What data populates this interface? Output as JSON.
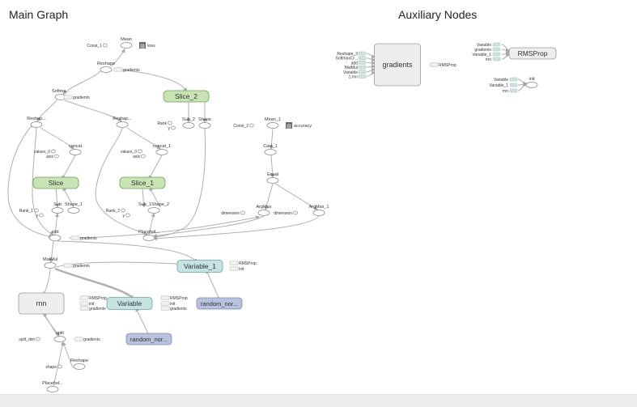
{
  "titles": {
    "main": "Main Graph",
    "aux": "Auxiliary Nodes"
  },
  "colors": {
    "slice_fill": "#c8e3b4",
    "slice_stroke": "#6da25b",
    "variable_fill": "#c5e3e1",
    "variable_stroke": "#6ba5a2",
    "random_fill": "#b9c2dd",
    "random_stroke": "#7d88ad",
    "meta_fill": "#eeeeee",
    "meta_stroke": "#9a9a9a",
    "edge": "#b0b0b0"
  },
  "nodes": [
    {
      "id": "mean",
      "label": "Mean",
      "kind": "op"
    },
    {
      "id": "const1",
      "label": "Const_1",
      "kind": "small"
    },
    {
      "id": "loss",
      "label": "loss",
      "kind": "summary"
    },
    {
      "id": "reshape_top",
      "label": "Reshape",
      "kind": "op"
    },
    {
      "id": "grad_reshape",
      "label": "gradients",
      "kind": "bar"
    },
    {
      "id": "softmax",
      "label": "Softma...",
      "kind": "op"
    },
    {
      "id": "grad_softmax",
      "label": "gradients",
      "kind": "bar"
    },
    {
      "id": "slice2",
      "label": "Slice_2",
      "kind": "slice"
    },
    {
      "id": "rank",
      "label": "Rank",
      "kind": "small"
    },
    {
      "id": "y_s2",
      "label": "y",
      "kind": "small"
    },
    {
      "id": "sub2",
      "label": "Sub_2",
      "kind": "op"
    },
    {
      "id": "shape_s2",
      "label": "Shape",
      "kind": "op"
    },
    {
      "id": "reshape_l",
      "label": "Reshap...",
      "kind": "op"
    },
    {
      "id": "reshape_r",
      "label": "Reshap...",
      "kind": "op"
    },
    {
      "id": "concat",
      "label": "concat",
      "kind": "op"
    },
    {
      "id": "values0",
      "label": "values_0",
      "kind": "small"
    },
    {
      "id": "axis0",
      "label": "axis",
      "kind": "small"
    },
    {
      "id": "concat1",
      "label": "concat_1",
      "kind": "op"
    },
    {
      "id": "values0b",
      "label": "values_0",
      "kind": "small"
    },
    {
      "id": "axis1",
      "label": "axis",
      "kind": "small"
    },
    {
      "id": "slice",
      "label": "Slice",
      "kind": "slice"
    },
    {
      "id": "slice1",
      "label": "Slice_1",
      "kind": "slice"
    },
    {
      "id": "rank1",
      "label": "Rank_1",
      "kind": "small"
    },
    {
      "id": "y1",
      "label": "y",
      "kind": "small"
    },
    {
      "id": "sub",
      "label": "Sub",
      "kind": "op"
    },
    {
      "id": "shape1",
      "label": "Shape_1",
      "kind": "op"
    },
    {
      "id": "rank2",
      "label": "Rank_2",
      "kind": "small"
    },
    {
      "id": "y2",
      "label": "y",
      "kind": "small"
    },
    {
      "id": "sub1shape2",
      "label": "Sub_1Shape_2",
      "kind": "op"
    },
    {
      "id": "mean1",
      "label": "Mean_1",
      "kind": "op"
    },
    {
      "id": "const2",
      "label": "Const_2",
      "kind": "small"
    },
    {
      "id": "accuracy",
      "label": "accuracy",
      "kind": "summary"
    },
    {
      "id": "cast1",
      "label": "Cast_1",
      "kind": "op"
    },
    {
      "id": "equal",
      "label": "Equal",
      "kind": "op"
    },
    {
      "id": "argmax",
      "label": "ArgMax",
      "kind": "op"
    },
    {
      "id": "argmax1",
      "label": "ArgMax_1",
      "kind": "op"
    },
    {
      "id": "dim0",
      "label": "dimension",
      "kind": "small"
    },
    {
      "id": "dim1",
      "label": "dimension",
      "kind": "small"
    },
    {
      "id": "add",
      "label": "add",
      "kind": "op"
    },
    {
      "id": "placeholder_top",
      "label": "Placehol...",
      "kind": "op"
    },
    {
      "id": "grad_add",
      "label": "gradients",
      "kind": "bar"
    },
    {
      "id": "matmul",
      "label": "MatMul",
      "kind": "op"
    },
    {
      "id": "grad_matmul",
      "label": "gradients",
      "kind": "bar"
    },
    {
      "id": "variable1",
      "label": "Variable_1",
      "kind": "variable"
    },
    {
      "id": "v1_rmsprop",
      "label": "RMSProp",
      "kind": "bar"
    },
    {
      "id": "v1_init",
      "label": "init",
      "kind": "bar"
    },
    {
      "id": "rnn",
      "label": "rnn",
      "kind": "meta"
    },
    {
      "id": "rnn_rmsprop",
      "label": "RMSProp",
      "kind": "bar"
    },
    {
      "id": "rnn_init",
      "label": "init",
      "kind": "bar"
    },
    {
      "id": "rnn_gradients",
      "label": "gradients",
      "kind": "bar"
    },
    {
      "id": "variable",
      "label": "Variable",
      "kind": "variable"
    },
    {
      "id": "v_rmsprop",
      "label": "RMSProp",
      "kind": "bar"
    },
    {
      "id": "v_init",
      "label": "init",
      "kind": "bar"
    },
    {
      "id": "v_gradients",
      "label": "gradients",
      "kind": "bar"
    },
    {
      "id": "random1",
      "label": "random_nor...",
      "kind": "random"
    },
    {
      "id": "random2",
      "label": "random_nor...",
      "kind": "random"
    },
    {
      "id": "split",
      "label": "split",
      "kind": "op"
    },
    {
      "id": "split_dim",
      "label": "split_dim",
      "kind": "small"
    },
    {
      "id": "grad_split",
      "label": "gradients",
      "kind": "bar"
    },
    {
      "id": "reshape_bot",
      "label": "Reshape",
      "kind": "op"
    },
    {
      "id": "shape_bot",
      "label": "shape",
      "kind": "small"
    },
    {
      "id": "placeholder_bot",
      "label": "Placehol...",
      "kind": "op"
    },
    {
      "id": "aux_gradients",
      "label": "gradients",
      "kind": "meta"
    },
    {
      "id": "aux_g_rmsprop",
      "label": "RMSProp",
      "kind": "bar"
    },
    {
      "id": "aux_rmsprop",
      "label": "RMSProp",
      "kind": "meta"
    },
    {
      "id": "aux_init",
      "label": "init",
      "kind": "op"
    }
  ],
  "aux_inputs": {
    "gradients": [
      "Reshape_3",
      "SoftmaxCr...",
      "add",
      "MatMul",
      "Variable",
      "1:rnn"
    ],
    "rmsprop": [
      "Variable",
      "gradients",
      "Variable_1",
      "rnn"
    ],
    "init": [
      "Variable",
      "Variable_1",
      "rnn"
    ]
  }
}
